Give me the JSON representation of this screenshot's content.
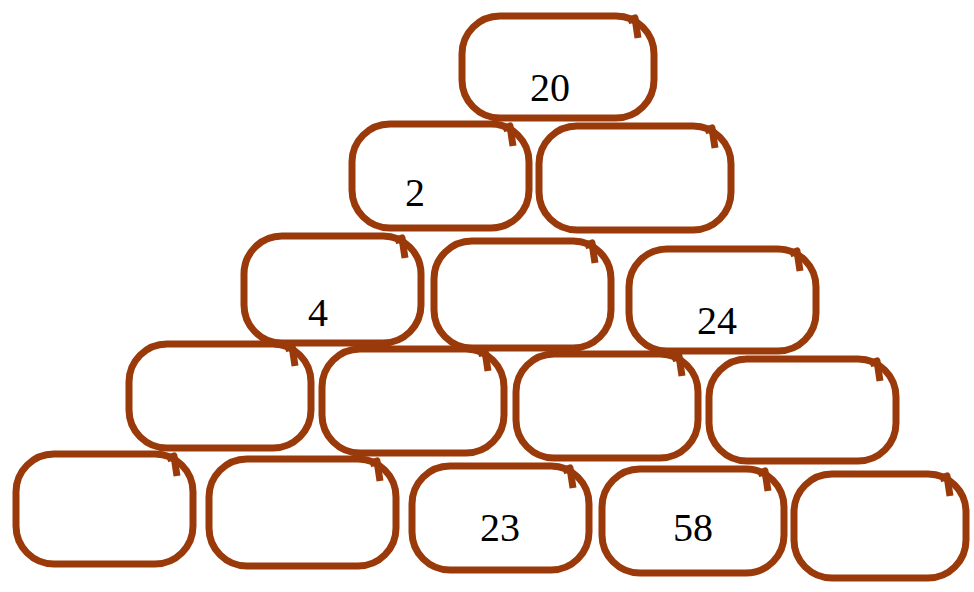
{
  "diagram": {
    "nodes": [
      {
        "text": [
          "20"
        ]
      },
      {
        "text": [
          "2"
        ]
      },
      {
        "text": [
          "4"
        ]
      },
      {
        "text": [
          "24"
        ]
      },
      {
        "text": [
          "23"
        ]
      },
      {
        "text": [
          "58"
        ]
      }
    ]
  }
}
